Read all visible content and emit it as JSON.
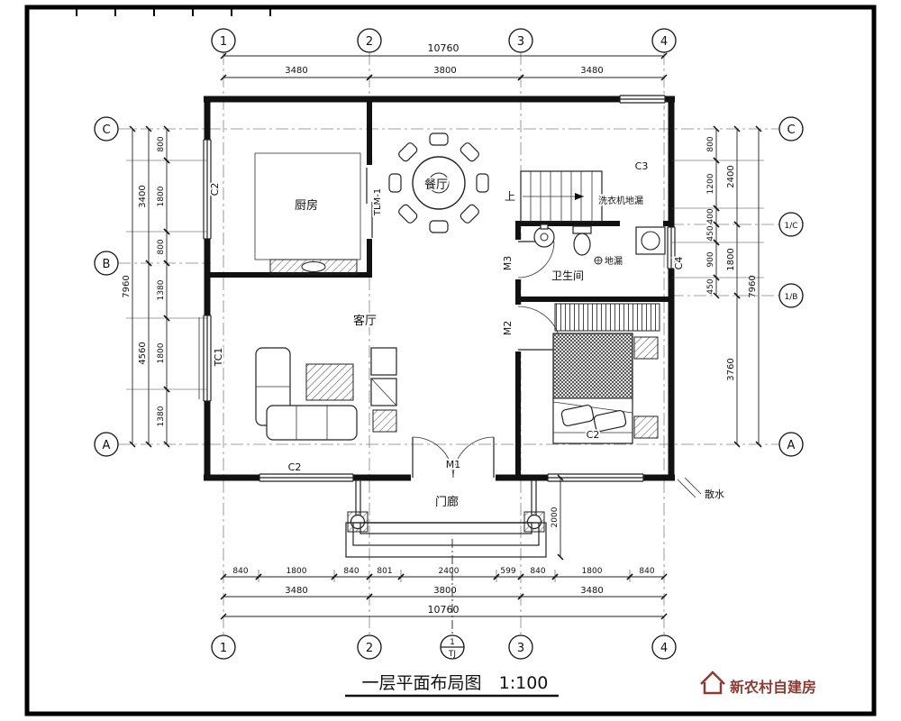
{
  "page": {
    "title": "一层平面布局图",
    "scale": "1:100",
    "watermark": "新农村自建房"
  },
  "axes": {
    "top": [
      "1",
      "2",
      "3",
      "4"
    ],
    "bottom": [
      "1",
      "2",
      "3",
      "4"
    ],
    "left": [
      "C",
      "B",
      "A"
    ],
    "right": [
      "C",
      "1/C",
      "1/B",
      "A"
    ],
    "section": {
      "num": "1",
      "label": "TJ"
    }
  },
  "dims": {
    "top": {
      "overall": "10760",
      "segments": [
        "3480",
        "3800",
        "3480"
      ]
    },
    "bottom": {
      "overall": "10760",
      "groups": [
        "3480",
        "3800",
        "3480"
      ],
      "segments": [
        "840",
        "1800",
        "840",
        "801",
        "2400",
        "599",
        "840",
        "1800",
        "840"
      ]
    },
    "left": {
      "overall": "7960",
      "groups": [
        "3400",
        "4560"
      ],
      "segments": [
        "800",
        "1800",
        "800",
        "1380",
        "1800",
        "1380"
      ]
    },
    "right": {
      "overall": "7960",
      "groups": [
        "2400",
        "1800",
        "3760"
      ],
      "segments": [
        "800",
        "1200",
        "400",
        "450",
        "900",
        "450"
      ]
    },
    "porch_depth": "2000"
  },
  "rooms": {
    "kitchen": "厨房",
    "dining": "餐厅",
    "living": "客厅",
    "bathroom": "卫生间",
    "porch": "门廊"
  },
  "annotations": {
    "up": "上",
    "washer_drain": "洗衣机地漏",
    "floor_drain": "地漏",
    "apron": "散水"
  },
  "openings": {
    "C2": "C2",
    "C3": "C3",
    "C4": "C4",
    "M1": "M1",
    "M2": "M2",
    "M3": "M3",
    "TC1": "TC1",
    "TLM1": "TLM-1"
  }
}
